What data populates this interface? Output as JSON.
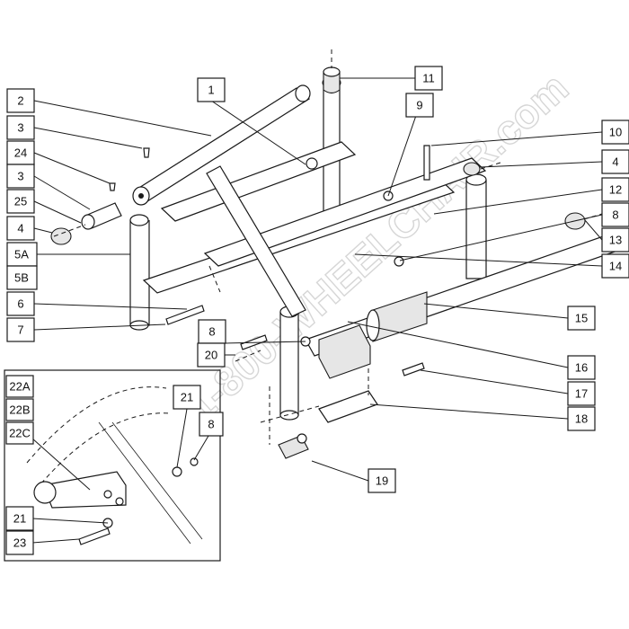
{
  "watermark": {
    "text": "1-800-WHEELCHAIR.com"
  },
  "callouts": [
    {
      "id": "c2",
      "label": "2"
    },
    {
      "id": "c3a",
      "label": "3"
    },
    {
      "id": "c24",
      "label": "24"
    },
    {
      "id": "c3b",
      "label": "3"
    },
    {
      "id": "c25",
      "label": "25"
    },
    {
      "id": "c4a",
      "label": "4"
    },
    {
      "id": "c5a",
      "label": "5A"
    },
    {
      "id": "c5b",
      "label": "5B"
    },
    {
      "id": "c6",
      "label": "6"
    },
    {
      "id": "c7",
      "label": "7"
    },
    {
      "id": "c1",
      "label": "1"
    },
    {
      "id": "c11",
      "label": "11"
    },
    {
      "id": "c9",
      "label": "9"
    },
    {
      "id": "c10",
      "label": "10"
    },
    {
      "id": "c4b",
      "label": "4"
    },
    {
      "id": "c12",
      "label": "12"
    },
    {
      "id": "c8a",
      "label": "8"
    },
    {
      "id": "c13",
      "label": "13"
    },
    {
      "id": "c14",
      "label": "14"
    },
    {
      "id": "c15",
      "label": "15"
    },
    {
      "id": "c8b",
      "label": "8"
    },
    {
      "id": "c20",
      "label": "20"
    },
    {
      "id": "c16",
      "label": "16"
    },
    {
      "id": "c17",
      "label": "17"
    },
    {
      "id": "c18",
      "label": "18"
    },
    {
      "id": "c19",
      "label": "19"
    },
    {
      "id": "c22a",
      "label": "22A"
    },
    {
      "id": "c22b",
      "label": "22B"
    },
    {
      "id": "c22c",
      "label": "22C"
    },
    {
      "id": "c21a",
      "label": "21"
    },
    {
      "id": "c8c",
      "label": "8"
    },
    {
      "id": "c21b",
      "label": "21"
    },
    {
      "id": "c23",
      "label": "23"
    }
  ]
}
